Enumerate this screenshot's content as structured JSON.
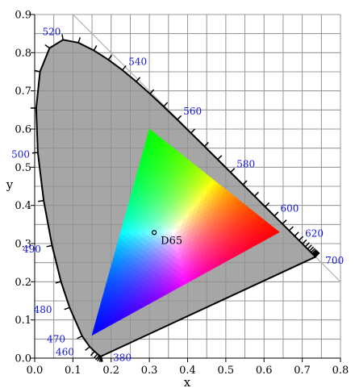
{
  "chart_data": {
    "type": "scatter",
    "xlabel": "x",
    "ylabel": "y",
    "xlim": [
      0,
      0.8
    ],
    "ylim": [
      0,
      0.9
    ],
    "xticks": [
      "0.0",
      "0.1",
      "0.2",
      "0.3",
      "0.4",
      "0.5",
      "0.6",
      "0.7",
      "0.8"
    ],
    "yticks": [
      "0.0",
      "0.1",
      "0.2",
      "0.3",
      "0.4",
      "0.5",
      "0.6",
      "0.7",
      "0.8",
      "0.9"
    ],
    "grid": true,
    "background_fill": "#a6a6a6",
    "spectral_locus": [
      [
        0.1741,
        0.005
      ],
      [
        0.1738,
        0.0049
      ],
      [
        0.1733,
        0.0048
      ],
      [
        0.1726,
        0.0048
      ],
      [
        0.1714,
        0.0051
      ],
      [
        0.1689,
        0.0069
      ],
      [
        0.1644,
        0.0109
      ],
      [
        0.1566,
        0.0177
      ],
      [
        0.144,
        0.0297
      ],
      [
        0.1241,
        0.0578
      ],
      [
        0.0913,
        0.1327
      ],
      [
        0.0687,
        0.2007
      ],
      [
        0.0454,
        0.295
      ],
      [
        0.0235,
        0.4127
      ],
      [
        0.0082,
        0.5384
      ],
      [
        0.0039,
        0.6548
      ],
      [
        0.0139,
        0.7502
      ],
      [
        0.0389,
        0.812
      ],
      [
        0.0743,
        0.8338
      ],
      [
        0.1142,
        0.8262
      ],
      [
        0.1547,
        0.8059
      ],
      [
        0.1929,
        0.7816
      ],
      [
        0.2296,
        0.7543
      ],
      [
        0.2658,
        0.7243
      ],
      [
        0.3016,
        0.6923
      ],
      [
        0.3373,
        0.6589
      ],
      [
        0.3731,
        0.6245
      ],
      [
        0.4087,
        0.5896
      ],
      [
        0.4441,
        0.5547
      ],
      [
        0.4788,
        0.5202
      ],
      [
        0.5125,
        0.4866
      ],
      [
        0.5448,
        0.4544
      ],
      [
        0.5752,
        0.4242
      ],
      [
        0.6029,
        0.3965
      ],
      [
        0.627,
        0.3725
      ],
      [
        0.6482,
        0.3514
      ],
      [
        0.6658,
        0.334
      ],
      [
        0.6801,
        0.3197
      ],
      [
        0.6915,
        0.3083
      ],
      [
        0.7006,
        0.2993
      ],
      [
        0.7079,
        0.292
      ],
      [
        0.714,
        0.2859
      ],
      [
        0.719,
        0.2809
      ],
      [
        0.723,
        0.277
      ],
      [
        0.726,
        0.274
      ],
      [
        0.7283,
        0.2717
      ],
      [
        0.73,
        0.27
      ],
      [
        0.7311,
        0.2689
      ],
      [
        0.732,
        0.268
      ],
      [
        0.7327,
        0.2673
      ],
      [
        0.7334,
        0.2666
      ],
      [
        0.734,
        0.266
      ],
      [
        0.7344,
        0.2656
      ],
      [
        0.7346,
        0.2654
      ],
      [
        0.7347,
        0.2653
      ]
    ],
    "wavelength_labels": [
      {
        "label": "380",
        "x": 0.1741,
        "y": 0.005,
        "dx": 0.055,
        "dy": -0.004
      },
      {
        "label": "460",
        "x": 0.144,
        "y": 0.0297,
        "dx": -0.065,
        "dy": -0.014
      },
      {
        "label": "470",
        "x": 0.1241,
        "y": 0.0578,
        "dx": -0.068,
        "dy": -0.008
      },
      {
        "label": "480",
        "x": 0.0913,
        "y": 0.1327,
        "dx": -0.07,
        "dy": -0.006
      },
      {
        "label": "490",
        "x": 0.0454,
        "y": 0.295,
        "dx": -0.053,
        "dy": -0.01
      },
      {
        "label": "500",
        "x": 0.0082,
        "y": 0.5384,
        "dx": -0.045,
        "dy": -0.005
      },
      {
        "label": "520",
        "x": 0.0743,
        "y": 0.8338,
        "dx": -0.03,
        "dy": 0.021
      },
      {
        "label": "540",
        "x": 0.2296,
        "y": 0.7543,
        "dx": 0.04,
        "dy": 0.022
      },
      {
        "label": "560",
        "x": 0.3731,
        "y": 0.6245,
        "dx": 0.04,
        "dy": 0.022
      },
      {
        "label": "580",
        "x": 0.5125,
        "y": 0.4866,
        "dx": 0.04,
        "dy": 0.021
      },
      {
        "label": "600",
        "x": 0.627,
        "y": 0.3725,
        "dx": 0.04,
        "dy": 0.019
      },
      {
        "label": "620",
        "x": 0.6915,
        "y": 0.3083,
        "dx": 0.04,
        "dy": 0.018
      },
      {
        "label": "700",
        "x": 0.7347,
        "y": 0.2653,
        "dx": 0.05,
        "dy": -0.01
      }
    ],
    "gamut_triangle": {
      "red": [
        0.64,
        0.33,
        "#ff0000"
      ],
      "green": [
        0.3,
        0.6,
        "#00ff00"
      ],
      "blue": [
        0.15,
        0.06,
        "#0000ff"
      ]
    },
    "white_point": {
      "label": "D65",
      "x": 0.3127,
      "y": 0.329
    },
    "purity_line": [
      [
        0.1,
        0.9
      ],
      [
        0.8,
        0.2
      ]
    ]
  }
}
